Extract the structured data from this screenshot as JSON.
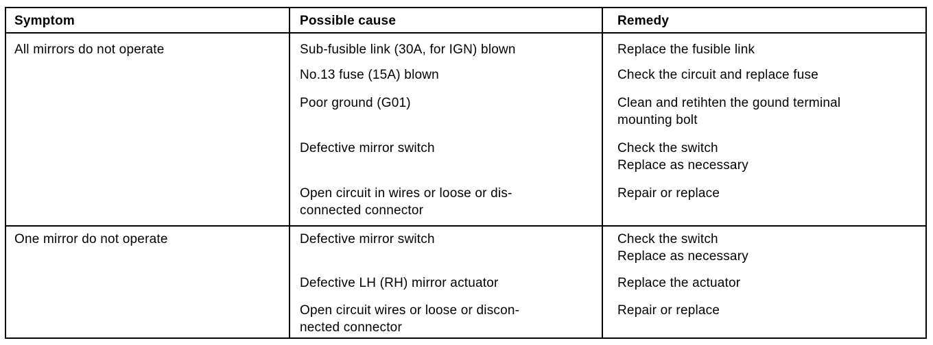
{
  "table": {
    "headers": {
      "symptom": "Symptom",
      "cause": "Possible cause",
      "remedy": "Remedy"
    },
    "groups": [
      {
        "symptom": "All mirrors do not operate",
        "rows": [
          {
            "cause": "Sub-fusible link (30A, for IGN) blown",
            "remedy": "Replace the fusible link"
          },
          {
            "cause": "No.13 fuse (15A) blown",
            "remedy": "Check the circuit and replace fuse"
          },
          {
            "cause": "Poor ground (G01)",
            "remedy": "Clean and retihten the gound terminal\nmounting bolt"
          },
          {
            "cause": "Defective mirror switch",
            "remedy": "Check the switch\nReplace as necessary"
          },
          {
            "cause": "Open circuit in wires or loose or dis-\nconnected connector",
            "remedy": "Repair or replace"
          }
        ]
      },
      {
        "symptom": "One mirror do not operate",
        "rows": [
          {
            "cause": "Defective mirror switch",
            "remedy": "Check the switch\nReplace as necessary"
          },
          {
            "cause": "Defective LH (RH) mirror actuator",
            "remedy": "Replace the actuator"
          },
          {
            "cause": "Open circuit wires or loose or discon-\nnected connector",
            "remedy": "Repair or replace"
          }
        ]
      }
    ]
  }
}
